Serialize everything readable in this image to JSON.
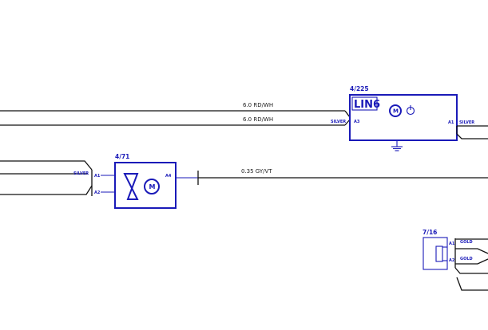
{
  "wires": {
    "w1": "6.0  RD/WH",
    "w2": "6.0  RD/WH",
    "w3": "0.35  GY/VT"
  },
  "components": {
    "lin6": {
      "ref": "4/225",
      "label": "LIN6",
      "motor_symbol": "M",
      "pin_left": "A3",
      "pin_right": "A1",
      "left_connector_color": "SILVER",
      "right_connector_color": "SILVER"
    },
    "fan": {
      "ref": "4/71",
      "motor_symbol": "M",
      "pin_in_top": "A1",
      "pin_in_bottom": "A2",
      "pin_out": "A4",
      "connector_color": "SILVER"
    },
    "switch716": {
      "ref": "7/16",
      "pin_top": "A1",
      "pin_bottom": "A2",
      "connector_color_top": "GOLD",
      "connector_color_bottom": "GOLD"
    }
  },
  "colors": {
    "component": "#1a1ab8",
    "wire": "#111111"
  }
}
